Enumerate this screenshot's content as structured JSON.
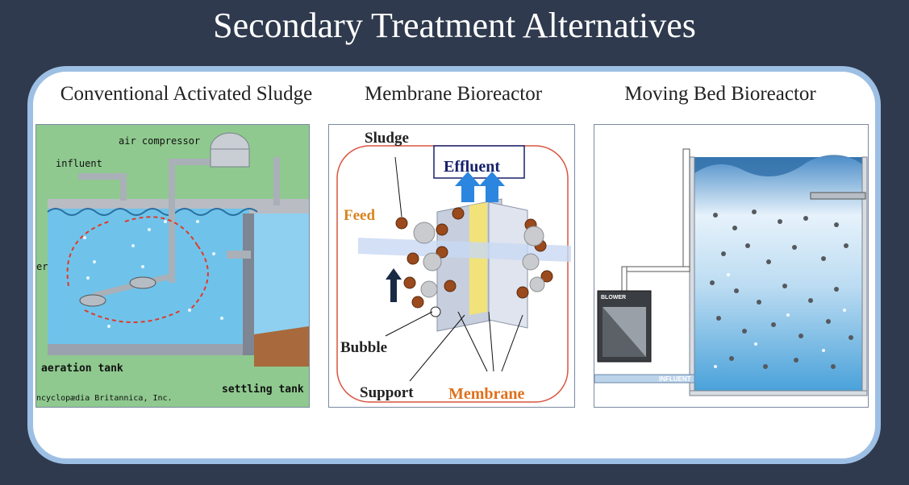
{
  "slide": {
    "title": "Secondary Treatment Alternatives"
  },
  "columns": [
    {
      "label": "Conventional Activated Sludge",
      "image": {
        "labels": {
          "air_compressor": "air compressor",
          "influent": "influent",
          "aeration_tank": "aeration tank",
          "settling_tank": "settling tank",
          "credit": "ncyclopædia Britannica, Inc.",
          "edge_partial": "er"
        }
      }
    },
    {
      "label": "Membrane Bioreactor",
      "image": {
        "labels": {
          "sludge": "Sludge",
          "effluent": "Effluent",
          "feed": "Feed",
          "bubble": "Bubble",
          "support": "Support",
          "membrane": "Membrane"
        }
      }
    },
    {
      "label": "Moving Bed Bioreactor",
      "image": {
        "labels": {
          "blower": "BLOWER",
          "influent": "INFLUENT"
        }
      }
    }
  ],
  "colors": {
    "background": "#2f3a4e",
    "panel_border": "#9dbfe4",
    "panel_fill": "#ffffff",
    "water": "#6fc3ea",
    "tank_green": "#8fc98f",
    "arrow_red": "#e03a2a",
    "membrane_orange": "#e0701c",
    "effluent_navy": "#17216b"
  }
}
